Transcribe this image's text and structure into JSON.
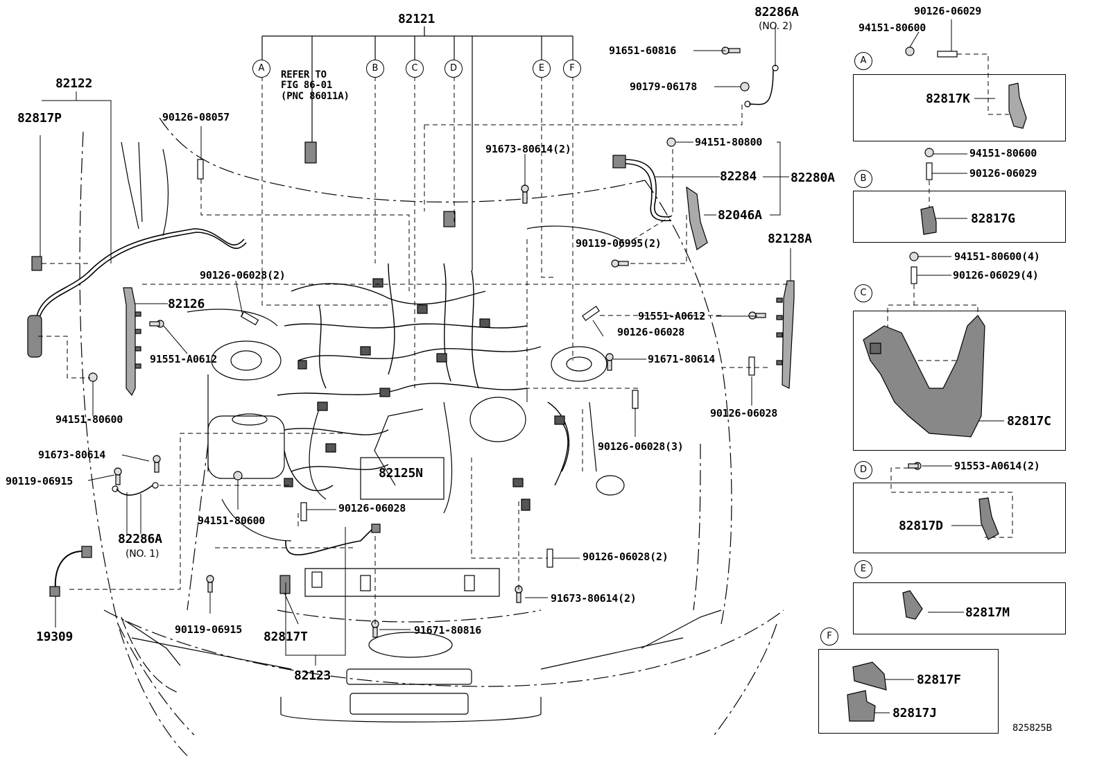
{
  "diagram_code": "825825B",
  "note": "REFER TO\nFIG 86-01\n(PNC 86011A)",
  "callouts": [
    "A",
    "B",
    "C",
    "D",
    "E",
    "F"
  ],
  "labels": {
    "p82121": "82121",
    "p82122": "82122",
    "p82817P": "82817P",
    "p82286A_top": "82286A",
    "p82286A_top_sub": "(NO. 2)",
    "p90126_06029": "90126-06029",
    "p94151_80600_A": "94151-80600",
    "p91651_60816": "91651-60816",
    "p90179_06178": "90179-06178",
    "p94151_80800": "94151-80800",
    "p82284": "82284",
    "p82280A": "82280A",
    "p82046A": "82046A",
    "p90126_08057": "90126-08057",
    "p91673_80614_2_top": "91673-80614(2)",
    "p90119_06995": "90119-06995(2)",
    "p82128A": "82128A",
    "p90126_06028_2_left": "90126-06028(2)",
    "p82126": "82126",
    "p91551_A0612_right": "91551-A0612",
    "p90126_06028_r1": "90126-06028",
    "p91551_A0612_left": "91551-A0612",
    "p91671_80614": "91671-80614",
    "p94151_80600_left": "94151-80600",
    "p90126_06028_r2": "90126-06028",
    "p91673_80614_left": "91673-80614",
    "p90126_06028_3": "90126-06028(3)",
    "p90119_06915_left": "90119-06915",
    "p82125N": "82125N",
    "p94151_80600_mid": "94151-80600",
    "p90126_06028_mid": "90126-06028",
    "p82286A_left": "82286A",
    "p82286A_left_sub": "(NO. 1)",
    "p90126_06028_2_bot": "90126-06028(2)",
    "p91673_80614_2_bot": "91673-80614(2)",
    "p90119_06915_bot": "90119-06915",
    "p82817T": "82817T",
    "p91671_80816": "91671-80816",
    "p19309": "19309",
    "p82123": "82123",
    "pA_82817K": "82817K",
    "pB_94151_80600": "94151-80600",
    "pB_90126_06029": "90126-06029",
    "pB_82817G": "82817G",
    "pC_94151_80600": "94151-80600(4)",
    "pC_90126_06029": "90126-06029(4)",
    "pC_82817C": "82817C",
    "pD_91553_A0614": "91553-A0614(2)",
    "pD_82817D": "82817D",
    "pE_82817M": "82817M",
    "pF_82817F": "82817F",
    "pF_82817J": "82817J"
  }
}
